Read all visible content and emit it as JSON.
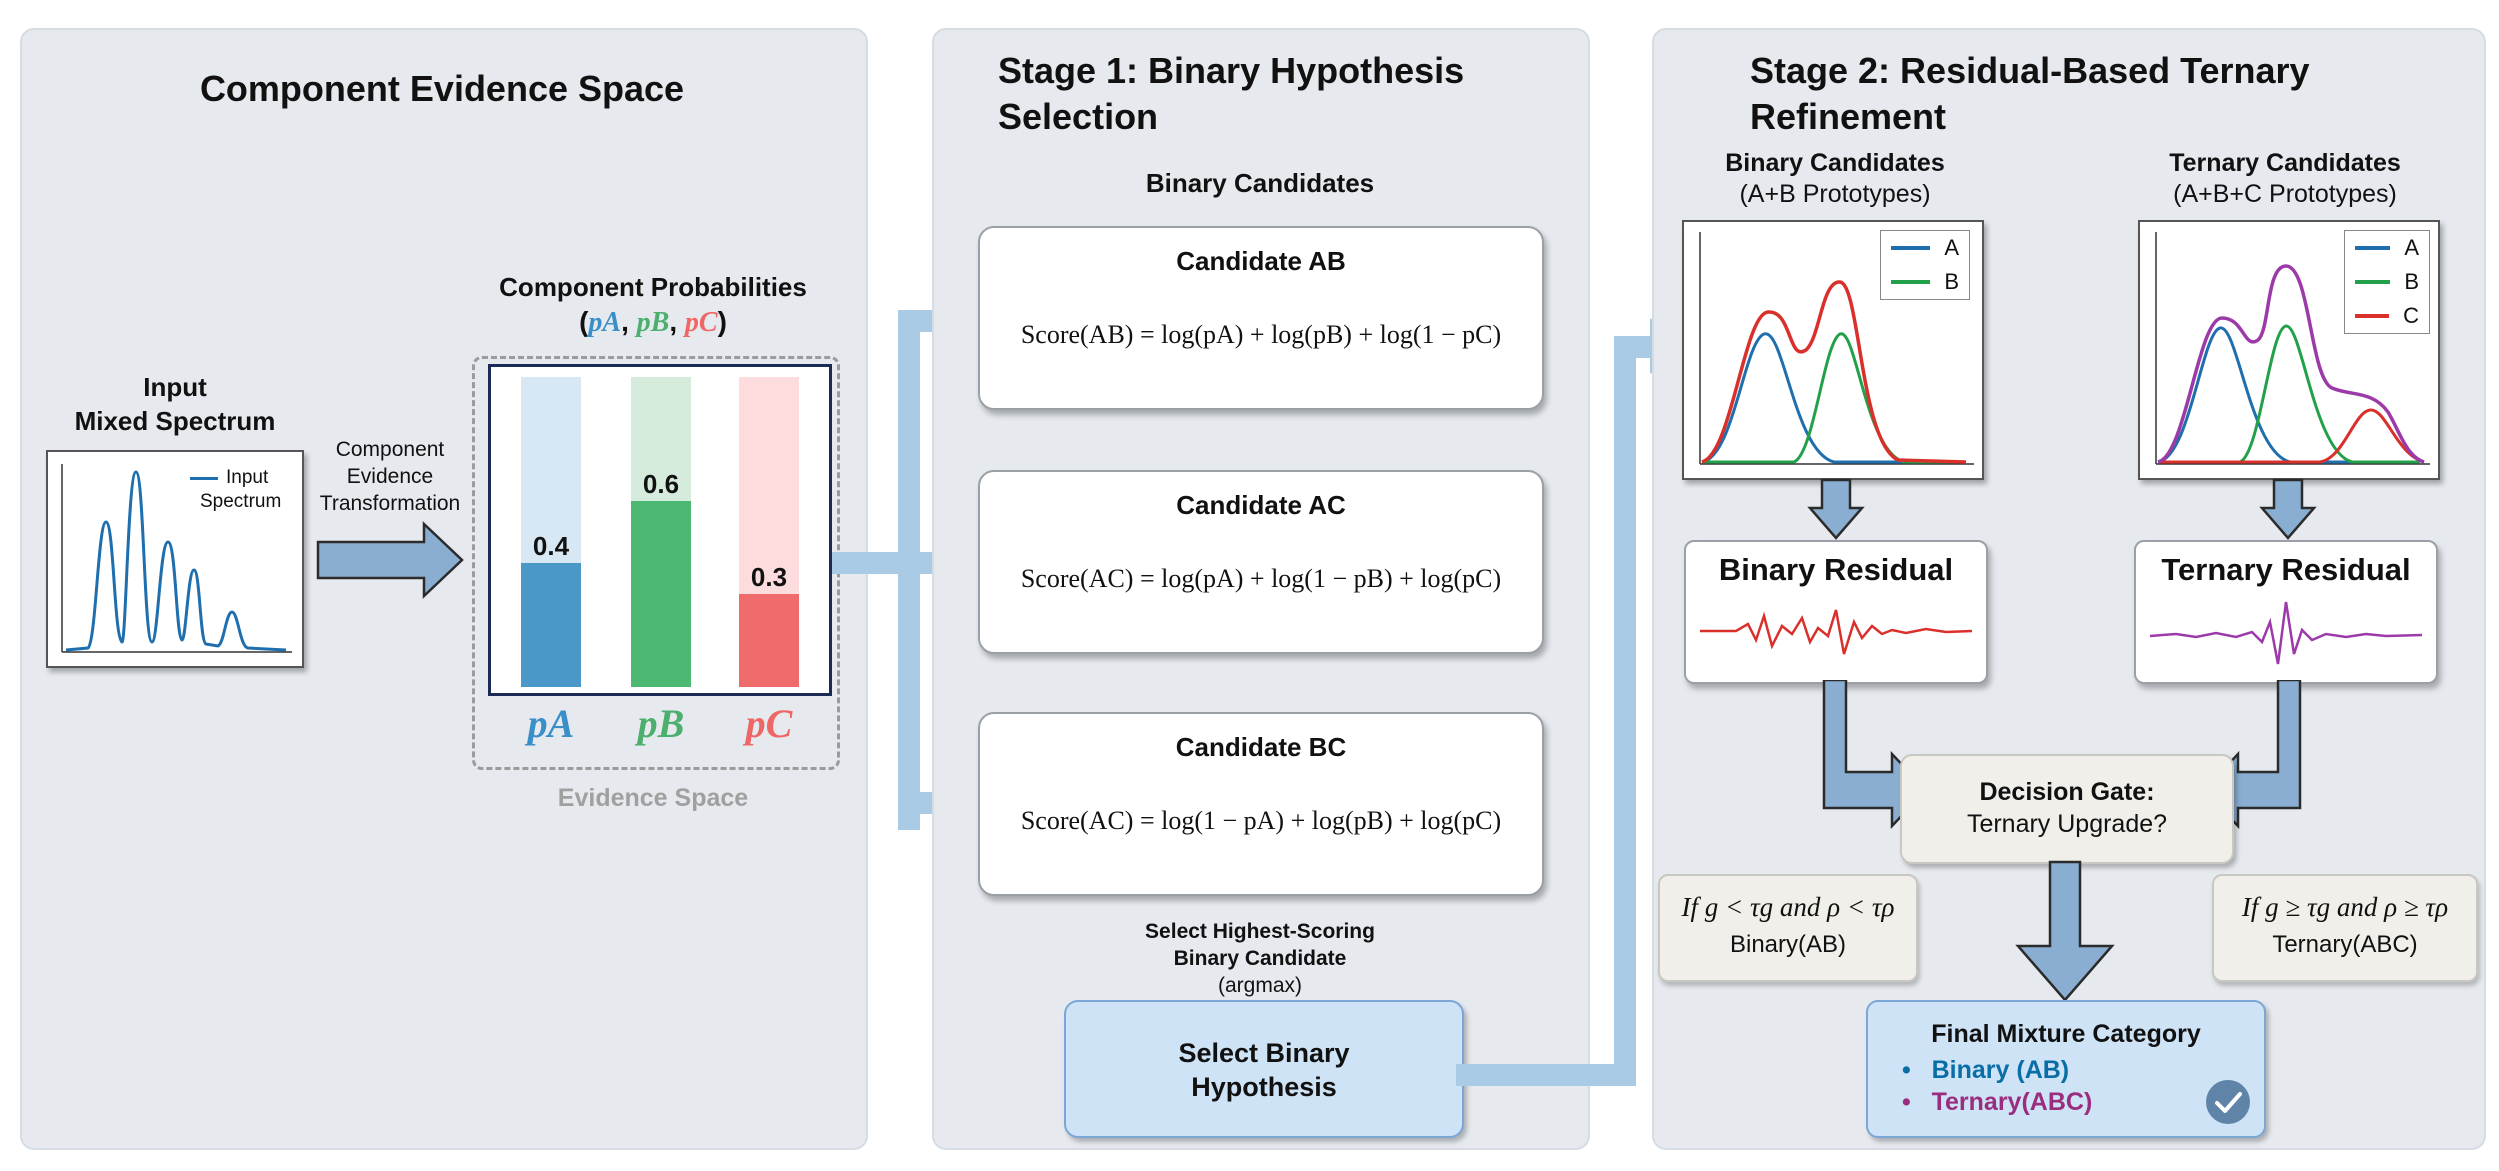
{
  "panel1": {
    "title": "Component Evidence Space",
    "input_title_line1": "Input",
    "input_title_line2": "Mixed Spectrum",
    "input_legend_line1": "Input",
    "input_legend_line2": "Spectrum",
    "transform_line1": "Component",
    "transform_line2": "Evidence",
    "transform_line3": "Transformation",
    "probs_title": "Component Probabilities",
    "probs_tuple_open": "(",
    "probs_tuple_a": "pA",
    "probs_tuple_sep1": ", ",
    "probs_tuple_b": "pB",
    "probs_tuple_sep2": ", ",
    "probs_tuple_c": "pC",
    "probs_tuple_close": ")",
    "evidence_space_label": "Evidence Space"
  },
  "chart_data": {
    "type": "bar",
    "categories": [
      "pA",
      "pB",
      "pC"
    ],
    "values": [
      0.4,
      0.6,
      0.3
    ],
    "value_labels": [
      "0.4",
      "0.6",
      "0.3"
    ],
    "ylim": [
      0,
      1
    ],
    "colors": [
      "#4a97c8",
      "#4db871",
      "#f06b6b"
    ],
    "light_colors": [
      "#d7e7f3",
      "#d5ecdd",
      "#fcdcdc"
    ],
    "label_colors": [
      "#3a8fc8",
      "#4caf6e",
      "#ee6666"
    ]
  },
  "panel2": {
    "title_line1": "Stage 1: Binary Hypothesis",
    "title_line2": "Selection",
    "section_label": "Binary Candidates",
    "candidates": [
      {
        "title": "Candidate AB",
        "formula": "Score(AB) = log(pA) + log(pB) + log(1 − pC)"
      },
      {
        "title": "Candidate AC",
        "formula": "Score(AC) = log(pA) + log(1 − pB) + log(pC)"
      },
      {
        "title": "Candidate BC",
        "formula": "Score(AC) = log(1 − pA) + log(pB) + log(pC)"
      }
    ],
    "select_note_line1": "Select Highest-Scoring",
    "select_note_line2": "Binary Candidate",
    "select_note_line3": "(argmax)",
    "select_box_line1": "Select Binary",
    "select_box_line2": "Hypothesis"
  },
  "panel3": {
    "title_line1": "Stage 2: Residual-Based Ternary",
    "title_line2": "Refinement",
    "binary_title": "Binary Candidates",
    "binary_sub": "(A+B Prototypes)",
    "ternary_title": "Ternary Candidates",
    "ternary_sub": "(A+B+C Prototypes)",
    "legend_binary": [
      "A",
      "B"
    ],
    "legend_ternary": [
      "A",
      "B",
      "C"
    ],
    "binary_residual": "Binary Residual",
    "ternary_residual": "Ternary Residual",
    "gate_line1": "Decision Gate:",
    "gate_line2": "Ternary Upgrade?",
    "cond_left_formula": "If g < τg and ρ < τρ",
    "cond_left_result": "Binary(AB)",
    "cond_right_formula": "If g ≥ τg and ρ ≥ τρ",
    "cond_right_result": "Ternary(ABC)",
    "final_title": "Final Mixture Category",
    "final_items": [
      "Binary (AB)",
      "Ternary(ABC)"
    ],
    "final_bullet": "•"
  },
  "colors": {
    "series_a": "#1f6fae",
    "series_b": "#23a14a",
    "series_c": "#d9302c",
    "sum_ternary": "#9b3aa8",
    "arrow_fill": "#8aaed1",
    "arrow_light": "#a9cbe6",
    "final_binary": "#0a6ea6",
    "final_ternary": "#9a2e7e"
  }
}
